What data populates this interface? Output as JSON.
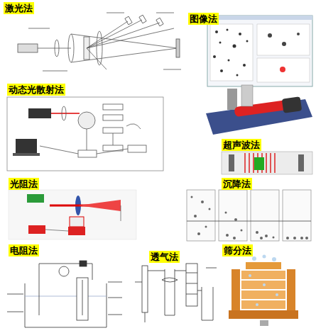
{
  "diagram": {
    "nodes": [
      {
        "text": [
          "激光法"
        ]
      },
      {
        "text": [
          "图像法"
        ]
      },
      {
        "text": [
          "动态光散射法"
        ]
      },
      {
        "text": [
          "超声波法"
        ]
      },
      {
        "text": [
          "光阻法"
        ]
      },
      {
        "text": [
          "沉降法"
        ]
      },
      {
        "text": [
          "电阻法"
        ]
      },
      {
        "text": [
          "透气法"
        ]
      },
      {
        "text": [
          "筛分法"
        ]
      }
    ]
  }
}
